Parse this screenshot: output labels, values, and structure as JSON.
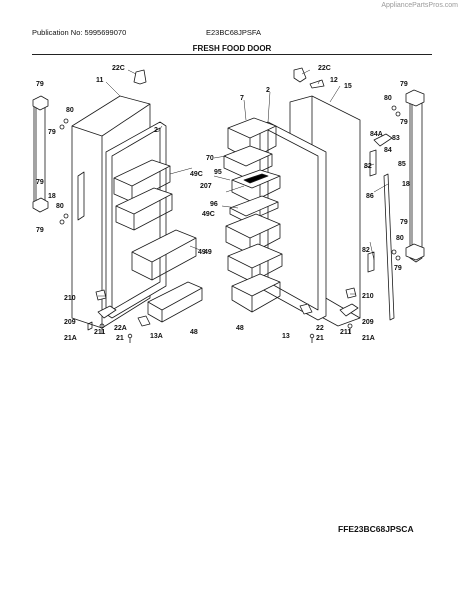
{
  "header": {
    "watermark": "AppliancePartsPros.com",
    "publication": "Publication No: 5995699070",
    "model": "E23BC68JPSFA",
    "section_title": "FRESH FOOD DOOR"
  },
  "footer": {
    "code": "FFE23BC68JPSCA"
  },
  "callouts": {
    "c22C_l": "22C",
    "c11": "11",
    "c79_tl": "79",
    "c80_tl": "80",
    "c79_tl2": "79",
    "c18_l": "18",
    "c79_bl": "79",
    "c80_bl": "80",
    "c79_bl2": "79",
    "c2_l": "2",
    "c49C_l": "49C",
    "c49_l": "49",
    "c210_l": "210",
    "c209_l": "209",
    "c211_l": "211",
    "c21A_l": "21A",
    "c22A": "22A",
    "c21_l": "21",
    "c13A": "13A",
    "c48_l": "48",
    "c22C_r": "22C",
    "c12": "12",
    "c7": "7",
    "c2_r": "2",
    "c15": "15",
    "c79_tr": "79",
    "c80_tr": "80",
    "c79_tr2": "79",
    "c84A": "84A",
    "c83": "83",
    "c84": "84",
    "c82_t": "82",
    "c85": "85",
    "c18_r": "18",
    "c70": "70",
    "c95": "95",
    "c207": "207",
    "c96": "96",
    "c49C_r": "49C",
    "c86": "86",
    "c49_r": "49",
    "c79_br": "79",
    "c80_br": "80",
    "c79_br2": "79",
    "c82_b": "82",
    "c210_r": "210",
    "c48_r": "48",
    "c22": "22",
    "c209_r": "209",
    "c13": "13",
    "c211_r": "211",
    "c21_r": "21",
    "c21A_r": "21A"
  }
}
